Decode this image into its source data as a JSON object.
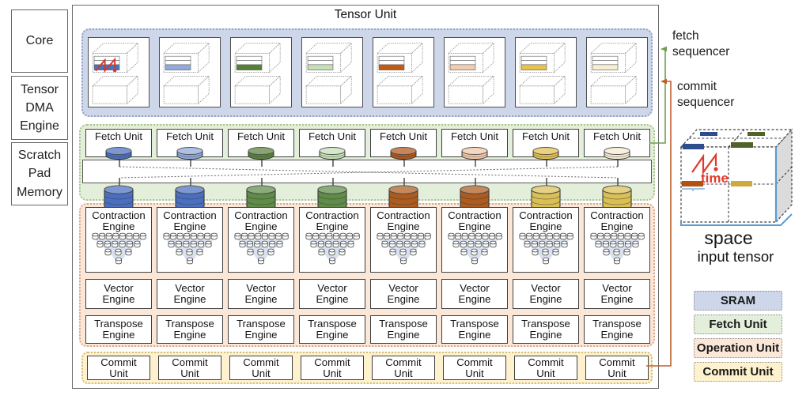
{
  "left_panel": {
    "core": "Core",
    "tensor_dma": [
      "Tensor",
      "DMA",
      "Engine"
    ],
    "scratchpad": [
      "Scratch",
      "Pad",
      "Memory"
    ]
  },
  "tensor_unit": {
    "title": "Tensor Unit",
    "fetch_unit_label": "Fetch Unit",
    "contraction_engine": [
      "Contraction",
      "Engine"
    ],
    "vector_engine": [
      "Vector",
      "Engine"
    ],
    "transpose_engine": [
      "Transpose",
      "Engine"
    ],
    "commit_unit": [
      "Commit",
      "Unit"
    ],
    "lane_count": 8,
    "lanes": [
      {
        "stripe_color": "#4472c4",
        "disk_color": "#4a6fc0",
        "engine_color": "#4a6fc0",
        "has_zigzag": true
      },
      {
        "stripe_color": "#8faadc",
        "disk_color": "#8fa8dc",
        "engine_color": "#4a6fc0",
        "has_zigzag": false
      },
      {
        "stripe_color": "#548235",
        "disk_color": "#59823b",
        "engine_color": "#5f8c47",
        "has_zigzag": false
      },
      {
        "stripe_color": "#c5e0b4",
        "disk_color": "#c5e0b4",
        "engine_color": "#5f8c47",
        "has_zigzag": false
      },
      {
        "stripe_color": "#c55a11",
        "disk_color": "#b4571a",
        "engine_color": "#ad5b1e",
        "has_zigzag": false
      },
      {
        "stripe_color": "#f5cbad",
        "disk_color": "#f2c8a8",
        "engine_color": "#ad5b1e",
        "has_zigzag": false
      },
      {
        "stripe_color": "#e7c34c",
        "disk_color": "#e3bf4d",
        "engine_color": "#dabf55",
        "has_zigzag": false
      },
      {
        "stripe_color": "#f7eed2",
        "disk_color": "#f5ead0",
        "engine_color": "#dabf55",
        "has_zigzag": false
      }
    ]
  },
  "bands": {
    "sram": "#ced7ea",
    "fetch": "#e4efdb",
    "operation": "#fbe7d8",
    "commit": "#fdf2cd"
  },
  "annotations": {
    "fetch_sequencer": [
      "fetch",
      "sequencer"
    ],
    "commit_sequencer": [
      "commit",
      "sequencer"
    ],
    "time_label": "time",
    "space_label": "space",
    "input_tensor_label": "input tensor",
    "colors": {
      "fetch_line": "#6f9e50",
      "commit_line": "#c05f2a",
      "time": "#e03a2d",
      "space": "#3e80c0",
      "cube_blue": "#2e4d8e",
      "cube_green": "#4f6228",
      "cube_brown": "#b4510f",
      "cube_yellow": "#cfa93e",
      "cube_edge_blue": "#5b9bd5",
      "cube_side_gray": "#dbdbdb"
    }
  },
  "legend": {
    "items": [
      {
        "label": "SRAM",
        "fill": "#ced7ea"
      },
      {
        "label": "Fetch Unit",
        "fill": "#e4efdb"
      },
      {
        "label": "Operation Unit",
        "fill": "#fbe7d8"
      },
      {
        "label": "Commit Unit",
        "fill": "#fdf2cd"
      }
    ]
  }
}
